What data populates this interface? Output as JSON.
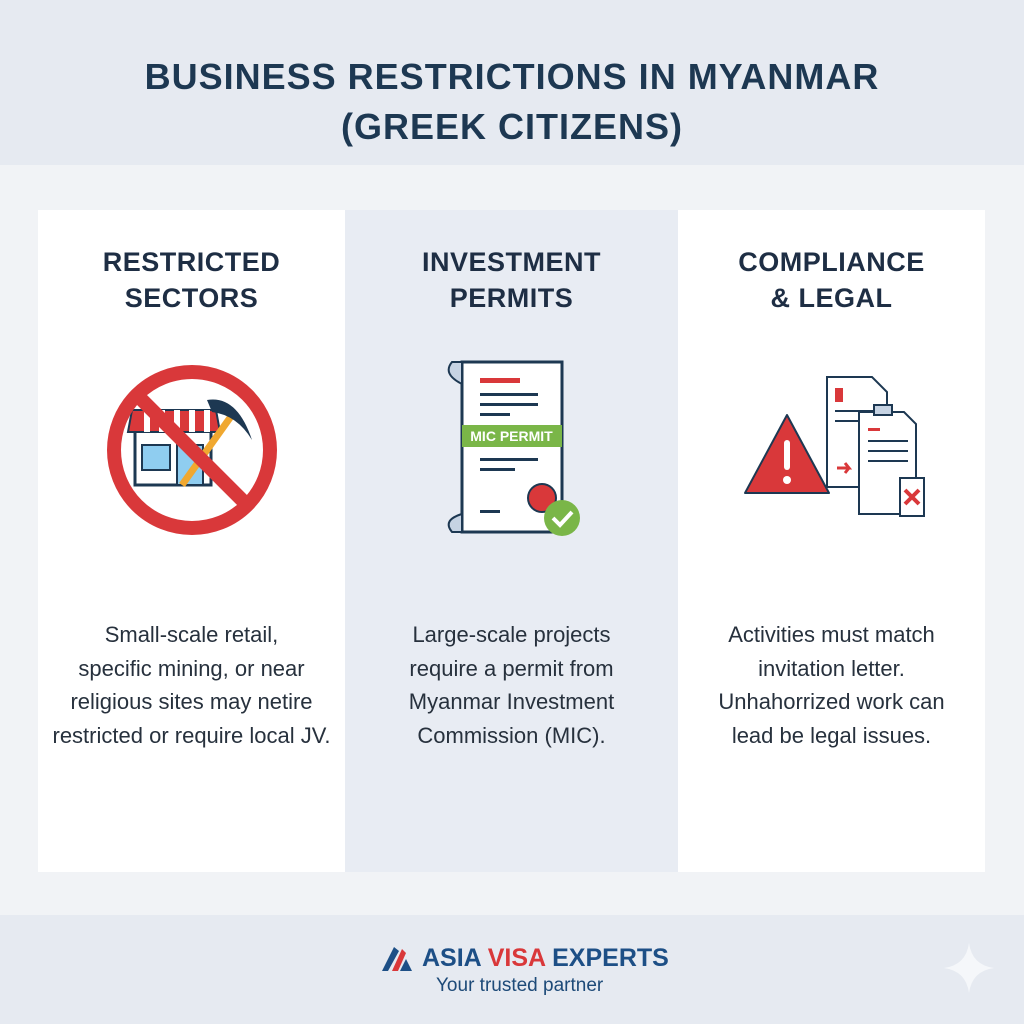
{
  "header": {
    "title_line1": "BUSINESS RESTRICTIONS IN MYANMAR",
    "title_line2": "(GREEK CITIZENS)"
  },
  "panels": [
    {
      "title": "RESTRICTED\nSECTORS",
      "icon": "no-retail-mining-icon",
      "text": "Small-scale retail,\nspecific mining, or near\nreligious sites may netire\nrestricted or require local JV."
    },
    {
      "title": "INVESTMENT\nPERMITS",
      "icon": "permit-certificate-icon",
      "badge": "MIC PERMIT",
      "text": "Large-scale projects\nrequire a permit from\nMyanmar Investment\nCommission (MIC)."
    },
    {
      "title": "COMPLIANCE\n& LEGAL",
      "icon": "warning-documents-icon",
      "text": "Activities must match\ninvitation letter.\nUnhahorrized work can\nlead be legal issues."
    }
  ],
  "footer": {
    "brand_part1": "ASIA ",
    "brand_part2": "VISA",
    "brand_part3": " EXPERTS",
    "tagline": "Your trusted partner"
  },
  "colors": {
    "navy": "#1d3852",
    "red": "#d9383a",
    "green": "#7ab648",
    "blue": "#1d4f86"
  }
}
